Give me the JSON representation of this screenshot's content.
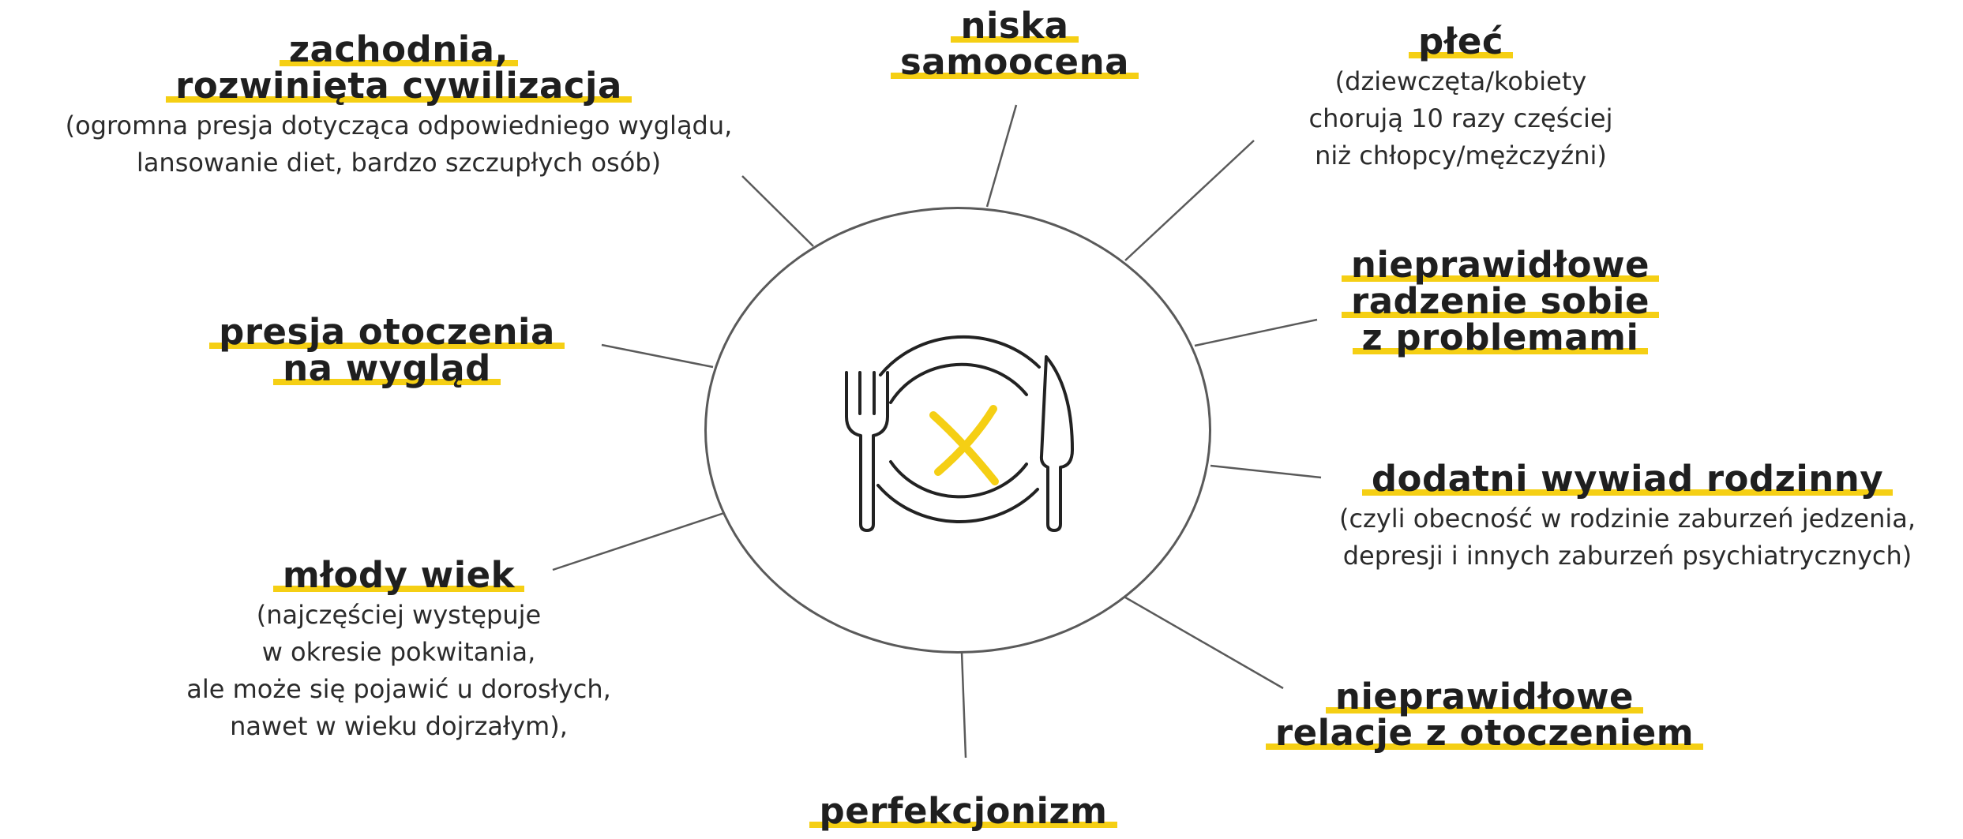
{
  "accent_color": "#f5cf14",
  "line_color": "#5a5a5a",
  "center_icon": "plate-fork-knife-cross-icon",
  "factors": {
    "zachodnia": {
      "title": [
        "zachodnia,",
        "rozwinięta cywilizacja"
      ],
      "desc": [
        "(ogromna presja dotycząca odpowiedniego wyglądu,",
        "lansowanie diet, bardzo szczupłych osób)"
      ]
    },
    "niska": {
      "title": [
        "niska",
        "samoocena"
      ]
    },
    "plec": {
      "title": [
        "płeć"
      ],
      "desc": [
        "(dziewczęta/kobiety",
        "chorują 10 razy częściej",
        "niż chłopcy/mężczyźni)"
      ]
    },
    "nieprawidlowe_radzenie": {
      "title": [
        "nieprawidłowe",
        "radzenie sobie",
        "z problemami"
      ]
    },
    "dodatni": {
      "title": [
        "dodatni wywiad rodzinny"
      ],
      "desc": [
        "(czyli obecność w rodzinie zaburzeń jedzenia,",
        "depresji i innych zaburzeń psychiatrycznych)"
      ]
    },
    "nieprawidlowe_relacje": {
      "title": [
        "nieprawidłowe",
        "relacje z otoczeniem"
      ]
    },
    "perfekcjonizm": {
      "title": [
        "perfekcjonizm"
      ]
    },
    "mlody": {
      "title": [
        "młody wiek"
      ],
      "desc": [
        "(najczęściej występuje",
        "w okresie pokwitania,",
        "ale może się pojawić u dorosłych,",
        "nawet w wieku dojrzałym),"
      ]
    },
    "presja": {
      "title": [
        "presja otoczenia",
        "na wygląd"
      ]
    }
  }
}
